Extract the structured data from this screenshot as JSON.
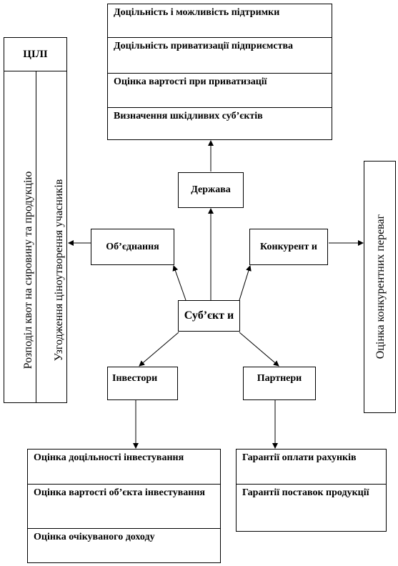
{
  "state_goals": [
    "Доцільність і можливість підтримки",
    "Доцільність приватизації підприємства",
    "Оцінка вартості при приватизації",
    "Визначення шкідливих суб’єктів"
  ],
  "nodes": {
    "state": "Держава",
    "association": "Об’єднання",
    "competitors": "Конкурент и",
    "subjects": "Суб’єкт и",
    "investors": "Інвестори",
    "partners": "Партнери"
  },
  "left_panel": {
    "title": "ЦІЛІ",
    "col1": "Розподіл квот на сировину та продукцію",
    "col2": "Узгодження ціноутворення учасників"
  },
  "right_panel": {
    "text": "Оцінка конкурентних переваг"
  },
  "investor_goals": [
    "Оцінка доцільності інвестування",
    "Оцінка вартості об’єкта інвестування",
    "Оцінка очікуваного доходу"
  ],
  "partner_goals": [
    "Гарантії оплати рахунків",
    "Гарантії поставок продукції"
  ]
}
